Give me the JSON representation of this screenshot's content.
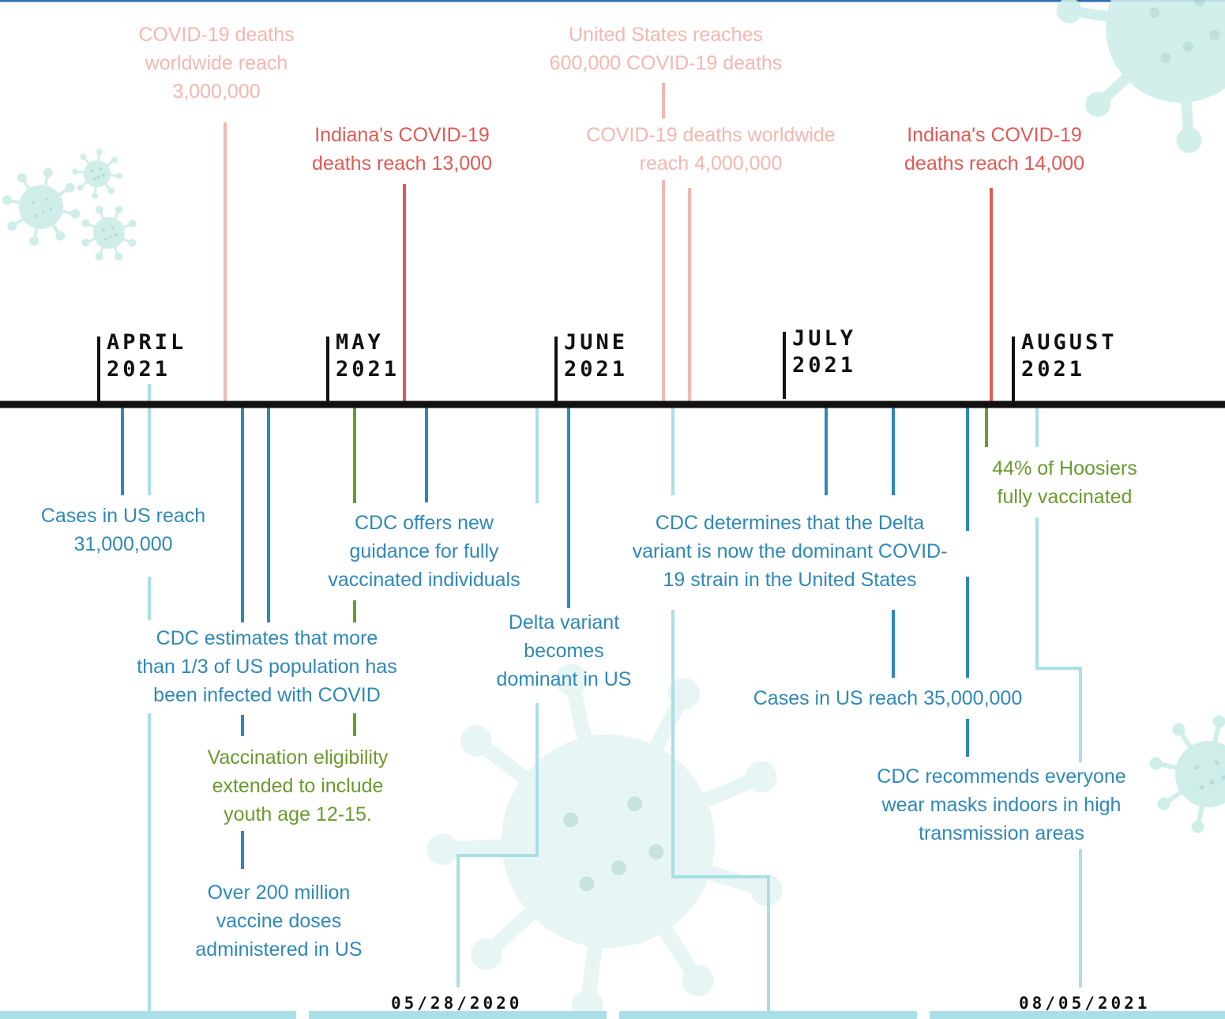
{
  "colors": {
    "axis": "#111111",
    "pink": "#f6b6b0",
    "red": "#e05a55",
    "blue": "#2f88b8",
    "lightblue": "#a9dfe6",
    "green": "#6b9a2d",
    "virus": "#cfeeea"
  },
  "months": [
    {
      "name": "APRIL",
      "year": "2021"
    },
    {
      "name": "MAY",
      "year": "2021"
    },
    {
      "name": "JUNE",
      "year": "2021"
    },
    {
      "name": "JULY",
      "year": "2021"
    },
    {
      "name": "AUGUST",
      "year": "2021"
    }
  ],
  "events_above": [
    {
      "text": "COVID-19 deaths worldwide reach 3,000,000",
      "lines": [
        "COVID-19 deaths",
        "worldwide reach",
        "3,000,000"
      ],
      "color": "pink"
    },
    {
      "text": "Indiana's COVID-19 deaths reach 13,000",
      "lines": [
        "Indiana's COVID-19",
        "deaths reach 13,000"
      ],
      "color": "red"
    },
    {
      "text": "United States reaches 600,000 COVID-19 deaths",
      "lines": [
        "United States reaches",
        "600,000 COVID-19 deaths"
      ],
      "color": "pink"
    },
    {
      "text": "COVID-19 deaths worldwide reach 4,000,000",
      "lines": [
        "COVID-19 deaths worldwide",
        "reach 4,000,000"
      ],
      "color": "pink"
    },
    {
      "text": "Indiana's COVID-19 deaths reach 14,000",
      "lines": [
        "Indiana's COVID-19",
        "deaths reach 14,000"
      ],
      "color": "red"
    }
  ],
  "events_below": [
    {
      "text": "Cases in US reach 31,000,000",
      "lines": [
        "Cases in US reach",
        "31,000,000"
      ],
      "color": "blue"
    },
    {
      "text": "CDC estimates that more than 1/3 of US population has been infected with COVID",
      "lines": [
        "CDC estimates that more",
        "than 1/3 of US population has",
        "been infected  with COVID"
      ],
      "color": "blue"
    },
    {
      "text": "Vaccination eligibility extended to include youth age 12-15.",
      "lines": [
        "Vaccination eligibility",
        "extended to include",
        "youth age 12-15."
      ],
      "color": "green"
    },
    {
      "text": "Over 200 million vaccine doses administered in US",
      "lines": [
        "Over 200 million",
        "vaccine doses",
        "administered in US"
      ],
      "color": "blue"
    },
    {
      "text": "CDC offers new guidance for fully vaccinated individuals",
      "lines": [
        "CDC offers new",
        "guidance for fully",
        "vaccinated individuals"
      ],
      "color": "blue"
    },
    {
      "text": "Delta variant becomes dominant in US",
      "lines": [
        "Delta variant",
        "becomes",
        "dominant in US"
      ],
      "color": "blue"
    },
    {
      "text": "CDC determines that the Delta variant is now the dominant COVID-19 strain in the United States",
      "lines": [
        "CDC determines that the Delta",
        "variant is now the dominant COVID-",
        "19 strain in the United States"
      ],
      "color": "blue"
    },
    {
      "text": "Cases in US reach 35,000,000",
      "lines": [
        "Cases in US reach 35,000,000"
      ],
      "color": "blue"
    },
    {
      "text": "CDC recommends everyone wear masks indoors in high transmission areas",
      "lines": [
        "CDC recommends everyone",
        "wear masks indoors in high",
        "transmission areas"
      ],
      "color": "blue"
    },
    {
      "text": "44% of Hoosiers fully vaccinated",
      "lines": [
        "44% of Hoosiers",
        "fully vaccinated"
      ],
      "color": "green"
    }
  ],
  "date_stamps": [
    "05/28/2020",
    "08/05/2021"
  ]
}
